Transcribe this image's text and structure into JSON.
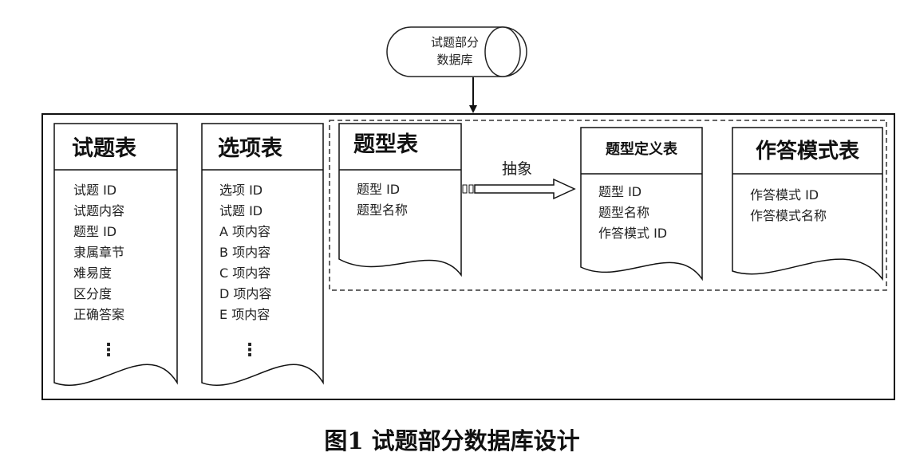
{
  "database": {
    "line1": "试题部分",
    "line2": "数据库"
  },
  "tables": [
    {
      "title": "试题表",
      "fields": [
        "试题 ID",
        "试题内容",
        "题型 ID",
        "隶属章节",
        "难易度",
        "区分度",
        "正确答案"
      ],
      "more": "⋮"
    },
    {
      "title": "选项表",
      "fields": [
        "选项 ID",
        "试题 ID",
        "A 项内容",
        "B 项内容",
        "C 项内容",
        "D 项内容",
        "E 项内容"
      ],
      "more": "⋮"
    },
    {
      "title": "题型表",
      "fields": [
        "题型 ID",
        "题型名称"
      ]
    },
    {
      "title": "题型定义表",
      "fields": [
        "题型 ID",
        "题型名称",
        "作答模式 ID"
      ]
    },
    {
      "title": "作答模式表",
      "fields": [
        "作答模式 ID",
        "作答模式名称"
      ]
    }
  ],
  "arrow_label": "抽象",
  "caption": "图1  试题部分数据库设计"
}
